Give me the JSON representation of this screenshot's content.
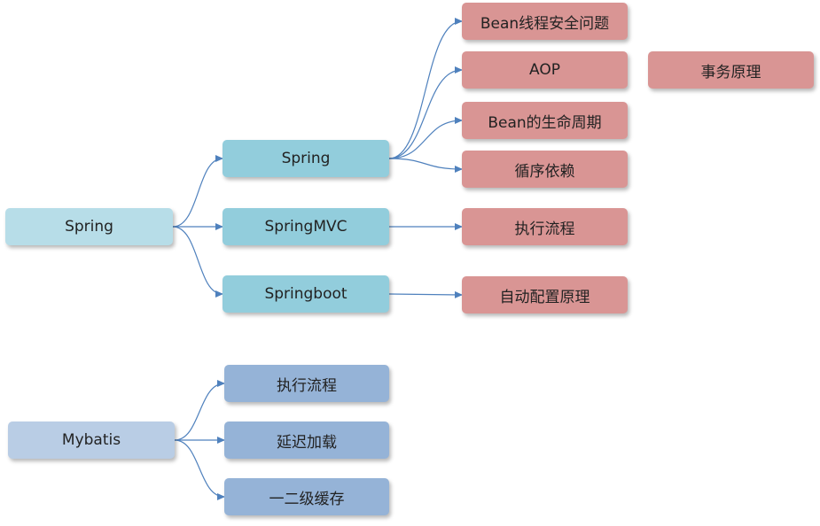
{
  "diagram": {
    "colors": {
      "edge": "#4f81bd",
      "spring_root": "#b7dde8",
      "spring_level": "#92cddc",
      "leaf": "#d99594",
      "mybatis_root": "#b9cde5",
      "mybatis_level": "#95b3d7"
    },
    "spring": {
      "root": "Spring",
      "children": {
        "spring": "Spring",
        "springmvc": "SpringMVC",
        "springboot": "Springboot"
      },
      "spring_topics": {
        "bean_thread_safety": "Bean线程安全问题",
        "aop": "AOP",
        "transaction_principle": "事务原理",
        "bean_lifecycle": "Bean的生命周期",
        "circular_dependency": "循序依赖"
      },
      "mvc_topics": {
        "execution_flow": "执行流程"
      },
      "boot_topics": {
        "auto_config_principle": "自动配置原理"
      }
    },
    "mybatis": {
      "root": "Mybatis",
      "children": {
        "execution_flow": "执行流程",
        "lazy_loading": "延迟加载",
        "two_level_cache": "一二级缓存"
      }
    }
  }
}
